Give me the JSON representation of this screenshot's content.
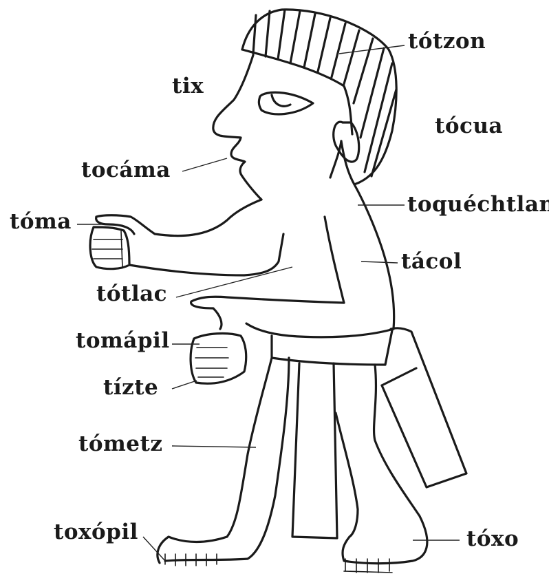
{
  "labels": {
    "totzon": "tótzon",
    "tix": "tix",
    "tocua": "tócua",
    "tocama": "tocáma",
    "toquechtlan": "toquéchtlan",
    "toma": "tóma",
    "tacol": "tácol",
    "totlac": "tótlac",
    "tomapil": "tomápil",
    "tizte": "tízte",
    "tometz": "tómetz",
    "toxopil": "toxópil",
    "toxo": "tóxo"
  },
  "colors": {
    "ink": "#1a1a1a",
    "paper": "#ffffff"
  }
}
